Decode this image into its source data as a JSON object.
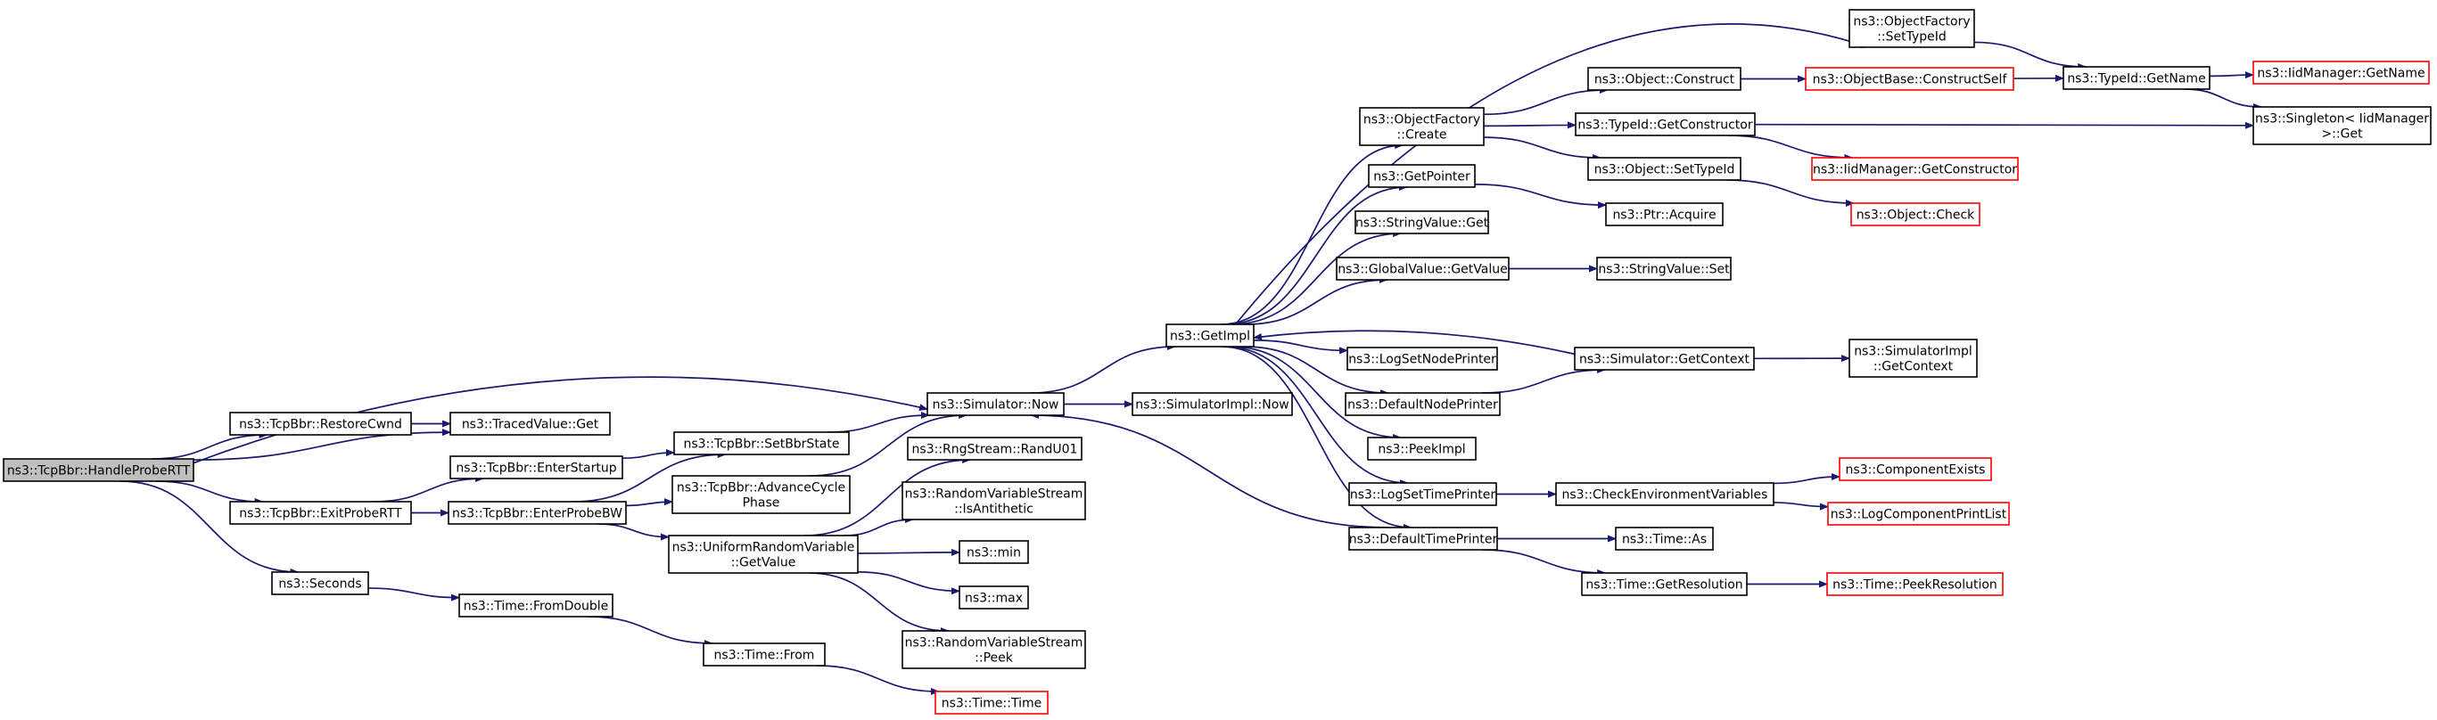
{
  "colors": {
    "edge": "#191970",
    "box_border": "#000000",
    "box_fill": "#ffffff",
    "root_fill": "#bfbfbf",
    "undocumented_border": "#ff0000"
  },
  "nodes": [
    {
      "id": "HandleProbeRTT",
      "lines": [
        "ns3::TcpBbr::HandleProbeRTT"
      ],
      "style": "root"
    },
    {
      "id": "RestoreCwnd",
      "lines": [
        "ns3::TcpBbr::RestoreCwnd"
      ],
      "style": "normal"
    },
    {
      "id": "ExitProbeRTT",
      "lines": [
        "ns3::TcpBbr::ExitProbeRTT"
      ],
      "style": "normal"
    },
    {
      "id": "Seconds",
      "lines": [
        "ns3::Seconds"
      ],
      "style": "normal"
    },
    {
      "id": "TracedValueGet",
      "lines": [
        "ns3::TracedValue::Get"
      ],
      "style": "normal"
    },
    {
      "id": "EnterStartup",
      "lines": [
        "ns3::TcpBbr::EnterStartup"
      ],
      "style": "normal"
    },
    {
      "id": "EnterProbeBW",
      "lines": [
        "ns3::TcpBbr::EnterProbeBW"
      ],
      "style": "normal"
    },
    {
      "id": "SetBbrState",
      "lines": [
        "ns3::TcpBbr::SetBbrState"
      ],
      "style": "normal"
    },
    {
      "id": "AdvanceCyclePhase",
      "lines": [
        "ns3::TcpBbr::AdvanceCycle",
        "Phase"
      ],
      "style": "normal"
    },
    {
      "id": "URVGetValue",
      "lines": [
        "ns3::UniformRandomVariable",
        "::GetValue"
      ],
      "style": "normal"
    },
    {
      "id": "FromDouble",
      "lines": [
        "ns3::Time::FromDouble"
      ],
      "style": "normal"
    },
    {
      "id": "TimeFrom",
      "lines": [
        "ns3::Time::From"
      ],
      "style": "normal"
    },
    {
      "id": "TimeTime",
      "lines": [
        "ns3::Time::Time"
      ],
      "style": "undoc"
    },
    {
      "id": "SimulatorNow",
      "lines": [
        "ns3::Simulator::Now"
      ],
      "style": "normal"
    },
    {
      "id": "RandU01",
      "lines": [
        "ns3::RngStream::RandU01"
      ],
      "style": "normal"
    },
    {
      "id": "IsAntithetic",
      "lines": [
        "ns3::RandomVariableStream",
        "::IsAntithetic"
      ],
      "style": "normal"
    },
    {
      "id": "min",
      "lines": [
        "ns3::min"
      ],
      "style": "normal"
    },
    {
      "id": "max",
      "lines": [
        "ns3::max"
      ],
      "style": "normal"
    },
    {
      "id": "RVSPeek",
      "lines": [
        "ns3::RandomVariableStream",
        "::Peek"
      ],
      "style": "normal"
    },
    {
      "id": "GetImpl",
      "lines": [
        "ns3::GetImpl"
      ],
      "style": "normal"
    },
    {
      "id": "SimImplNow",
      "lines": [
        "ns3::SimulatorImpl::Now"
      ],
      "style": "normal"
    },
    {
      "id": "ObjFactoryCreate",
      "lines": [
        "ns3::ObjectFactory",
        "::Create"
      ],
      "style": "normal"
    },
    {
      "id": "GetPointer",
      "lines": [
        "ns3::GetPointer"
      ],
      "style": "normal"
    },
    {
      "id": "StringValueGet",
      "lines": [
        "ns3::StringValue::Get"
      ],
      "style": "normal"
    },
    {
      "id": "GlobalValueGetValue",
      "lines": [
        "ns3::GlobalValue::GetValue"
      ],
      "style": "normal"
    },
    {
      "id": "LogSetNodePrinter",
      "lines": [
        "ns3::LogSetNodePrinter"
      ],
      "style": "normal"
    },
    {
      "id": "DefaultNodePrinter",
      "lines": [
        "ns3::DefaultNodePrinter"
      ],
      "style": "normal"
    },
    {
      "id": "PeekImpl",
      "lines": [
        "ns3::PeekImpl"
      ],
      "style": "normal"
    },
    {
      "id": "LogSetTimePrinter",
      "lines": [
        "ns3::LogSetTimePrinter"
      ],
      "style": "normal"
    },
    {
      "id": "DefaultTimePrinter",
      "lines": [
        "ns3::DefaultTimePrinter"
      ],
      "style": "normal"
    },
    {
      "id": "ObjFactorySetTypeId",
      "lines": [
        "ns3::ObjectFactory",
        "::SetTypeId"
      ],
      "style": "normal"
    },
    {
      "id": "ObjectConstruct",
      "lines": [
        "ns3::Object::Construct"
      ],
      "style": "normal"
    },
    {
      "id": "TypeIdGetConstructor",
      "lines": [
        "ns3::TypeId::GetConstructor"
      ],
      "style": "normal"
    },
    {
      "id": "ObjectSetTypeId",
      "lines": [
        "ns3::Object::SetTypeId"
      ],
      "style": "normal"
    },
    {
      "id": "PtrAcquire",
      "lines": [
        "ns3::Ptr::Acquire"
      ],
      "style": "normal"
    },
    {
      "id": "StringValueSet",
      "lines": [
        "ns3::StringValue::Set"
      ],
      "style": "normal"
    },
    {
      "id": "SimulatorGetContext",
      "lines": [
        "ns3::Simulator::GetContext"
      ],
      "style": "normal"
    },
    {
      "id": "CheckEnvVars",
      "lines": [
        "ns3::CheckEnvironmentVariables"
      ],
      "style": "normal"
    },
    {
      "id": "TimeAs",
      "lines": [
        "ns3::Time::As"
      ],
      "style": "normal"
    },
    {
      "id": "TimeGetResolution",
      "lines": [
        "ns3::Time::GetResolution"
      ],
      "style": "normal"
    },
    {
      "id": "ObjectBaseConstructSelf",
      "lines": [
        "ns3::ObjectBase::ConstructSelf"
      ],
      "style": "undoc"
    },
    {
      "id": "IidGetConstructor",
      "lines": [
        "ns3::IidManager::GetConstructor"
      ],
      "style": "undoc"
    },
    {
      "id": "ObjectCheck",
      "lines": [
        "ns3::Object::Check"
      ],
      "style": "undoc"
    },
    {
      "id": "SimImplGetContext",
      "lines": [
        "ns3::SimulatorImpl",
        "::GetContext"
      ],
      "style": "normal"
    },
    {
      "id": "ComponentExists",
      "lines": [
        "ns3::ComponentExists"
      ],
      "style": "undoc"
    },
    {
      "id": "LogComponentPrintList",
      "lines": [
        "ns3::LogComponentPrintList"
      ],
      "style": "undoc"
    },
    {
      "id": "TimePeekResolution",
      "lines": [
        "ns3::Time::PeekResolution"
      ],
      "style": "undoc"
    },
    {
      "id": "TypeIdGetName",
      "lines": [
        "ns3::TypeId::GetName"
      ],
      "style": "normal"
    },
    {
      "id": "IidGetName",
      "lines": [
        "ns3::IidManager::GetName"
      ],
      "style": "undoc"
    },
    {
      "id": "SingletonGet",
      "lines": [
        "ns3::Singleton< IidManager",
        ">::Get"
      ],
      "style": "normal"
    }
  ],
  "edges": [
    [
      "HandleProbeRTT",
      "SimulatorNow"
    ],
    [
      "HandleProbeRTT",
      "RestoreCwnd"
    ],
    [
      "HandleProbeRTT",
      "TracedValueGet"
    ],
    [
      "HandleProbeRTT",
      "ExitProbeRTT"
    ],
    [
      "HandleProbeRTT",
      "Seconds"
    ],
    [
      "RestoreCwnd",
      "TracedValueGet"
    ],
    [
      "ExitProbeRTT",
      "EnterStartup"
    ],
    [
      "ExitProbeRTT",
      "EnterProbeBW"
    ],
    [
      "EnterStartup",
      "SetBbrState"
    ],
    [
      "EnterProbeBW",
      "SetBbrState"
    ],
    [
      "EnterProbeBW",
      "AdvanceCyclePhase"
    ],
    [
      "EnterProbeBW",
      "URVGetValue"
    ],
    [
      "SetBbrState",
      "SimulatorNow"
    ],
    [
      "AdvanceCyclePhase",
      "SimulatorNow"
    ],
    [
      "URVGetValue",
      "RandU01"
    ],
    [
      "URVGetValue",
      "IsAntithetic"
    ],
    [
      "URVGetValue",
      "min"
    ],
    [
      "URVGetValue",
      "max"
    ],
    [
      "URVGetValue",
      "RVSPeek"
    ],
    [
      "Seconds",
      "FromDouble"
    ],
    [
      "FromDouble",
      "TimeFrom"
    ],
    [
      "TimeFrom",
      "TimeTime"
    ],
    [
      "SimulatorNow",
      "GetImpl"
    ],
    [
      "SimulatorNow",
      "SimImplNow"
    ],
    [
      "GetImpl",
      "ObjFactorySetTypeId"
    ],
    [
      "GetImpl",
      "ObjFactoryCreate"
    ],
    [
      "GetImpl",
      "GetPointer"
    ],
    [
      "GetImpl",
      "StringValueGet"
    ],
    [
      "GetImpl",
      "GlobalValueGetValue"
    ],
    [
      "GetImpl",
      "LogSetNodePrinter"
    ],
    [
      "GetImpl",
      "DefaultNodePrinter"
    ],
    [
      "GetImpl",
      "PeekImpl"
    ],
    [
      "GetImpl",
      "LogSetTimePrinter"
    ],
    [
      "GetImpl",
      "DefaultTimePrinter"
    ],
    [
      "ObjFactoryCreate",
      "ObjectConstruct"
    ],
    [
      "ObjFactoryCreate",
      "TypeIdGetConstructor"
    ],
    [
      "ObjFactoryCreate",
      "ObjectSetTypeId"
    ],
    [
      "GetPointer",
      "PtrAcquire"
    ],
    [
      "GlobalValueGetValue",
      "StringValueSet"
    ],
    [
      "DefaultNodePrinter",
      "SimulatorGetContext"
    ],
    [
      "SimulatorGetContext",
      "GetImpl"
    ],
    [
      "SimulatorGetContext",
      "SimImplGetContext"
    ],
    [
      "DefaultTimePrinter",
      "SimulatorNow"
    ],
    [
      "DefaultTimePrinter",
      "TimeAs"
    ],
    [
      "DefaultTimePrinter",
      "TimeGetResolution"
    ],
    [
      "LogSetTimePrinter",
      "CheckEnvVars"
    ],
    [
      "CheckEnvVars",
      "ComponentExists"
    ],
    [
      "CheckEnvVars",
      "LogComponentPrintList"
    ],
    [
      "TimeGetResolution",
      "TimePeekResolution"
    ],
    [
      "ObjectConstruct",
      "ObjectBaseConstructSelf"
    ],
    [
      "ObjectBaseConstructSelf",
      "TypeIdGetName"
    ],
    [
      "ObjFactorySetTypeId",
      "TypeIdGetName"
    ],
    [
      "TypeIdGetName",
      "IidGetName"
    ],
    [
      "TypeIdGetName",
      "SingletonGet"
    ],
    [
      "TypeIdGetConstructor",
      "SingletonGet"
    ],
    [
      "TypeIdGetConstructor",
      "IidGetConstructor"
    ],
    [
      "ObjectSetTypeId",
      "ObjectCheck"
    ]
  ]
}
